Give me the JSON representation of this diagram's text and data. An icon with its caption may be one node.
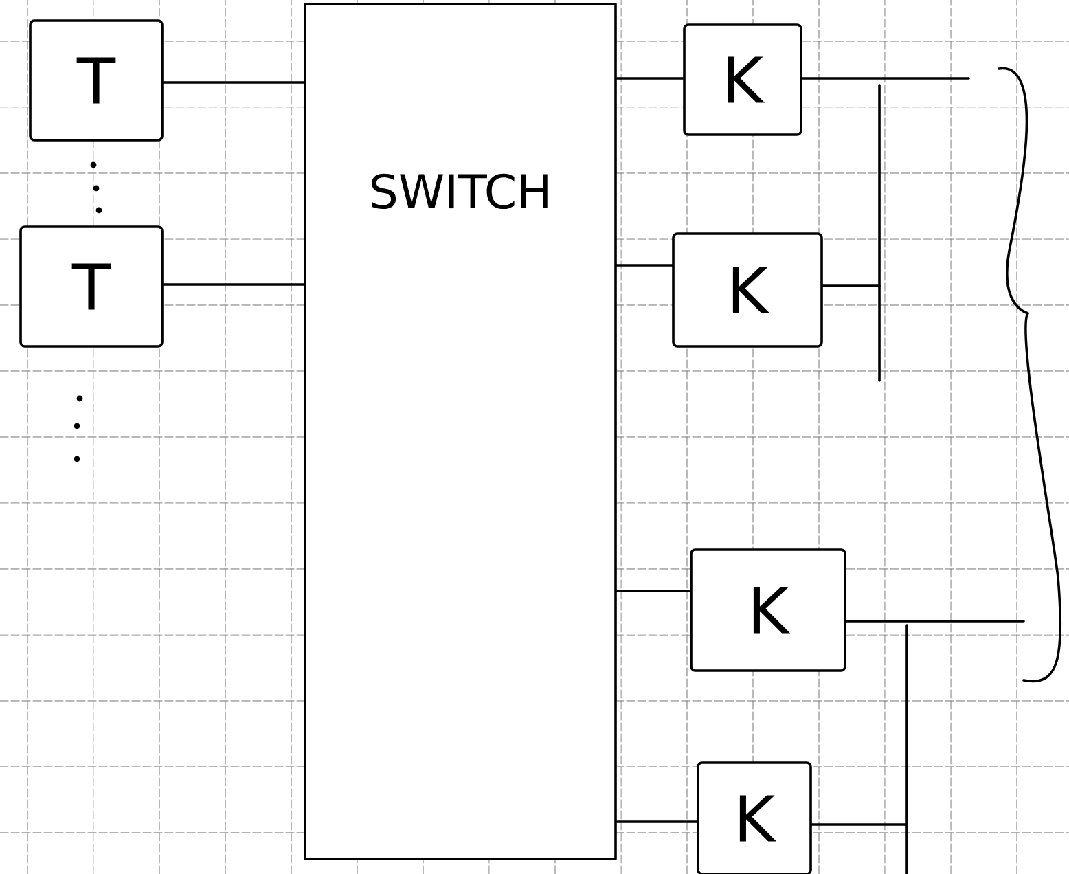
{
  "diagram": {
    "nodes": [
      {
        "text": [
          "T"
        ]
      },
      {
        "text": [
          "T"
        ]
      },
      {
        "text": [
          "SWITCH"
        ]
      },
      {
        "text": [
          "K"
        ]
      },
      {
        "text": [
          "K"
        ]
      },
      {
        "text": [
          "K"
        ]
      },
      {
        "text": [
          "K"
        ]
      }
    ],
    "edges": [
      {
        "from": 0,
        "to": 2,
        "arrow": "none"
      },
      {
        "from": 1,
        "to": 2,
        "arrow": "none"
      },
      {
        "from": 2,
        "to": 3,
        "arrow": "none"
      },
      {
        "from": 2,
        "to": 4,
        "arrow": "none"
      },
      {
        "from": 2,
        "to": 5,
        "arrow": "none"
      },
      {
        "from": 2,
        "to": 6,
        "arrow": "none"
      },
      {
        "from": 3,
        "to": null,
        "arrow": "none"
      },
      {
        "from": 4,
        "to": null,
        "arrow": "none"
      },
      {
        "from": 5,
        "to": null,
        "arrow": "none"
      },
      {
        "from": 6,
        "to": null,
        "arrow": "none"
      }
    ]
  }
}
